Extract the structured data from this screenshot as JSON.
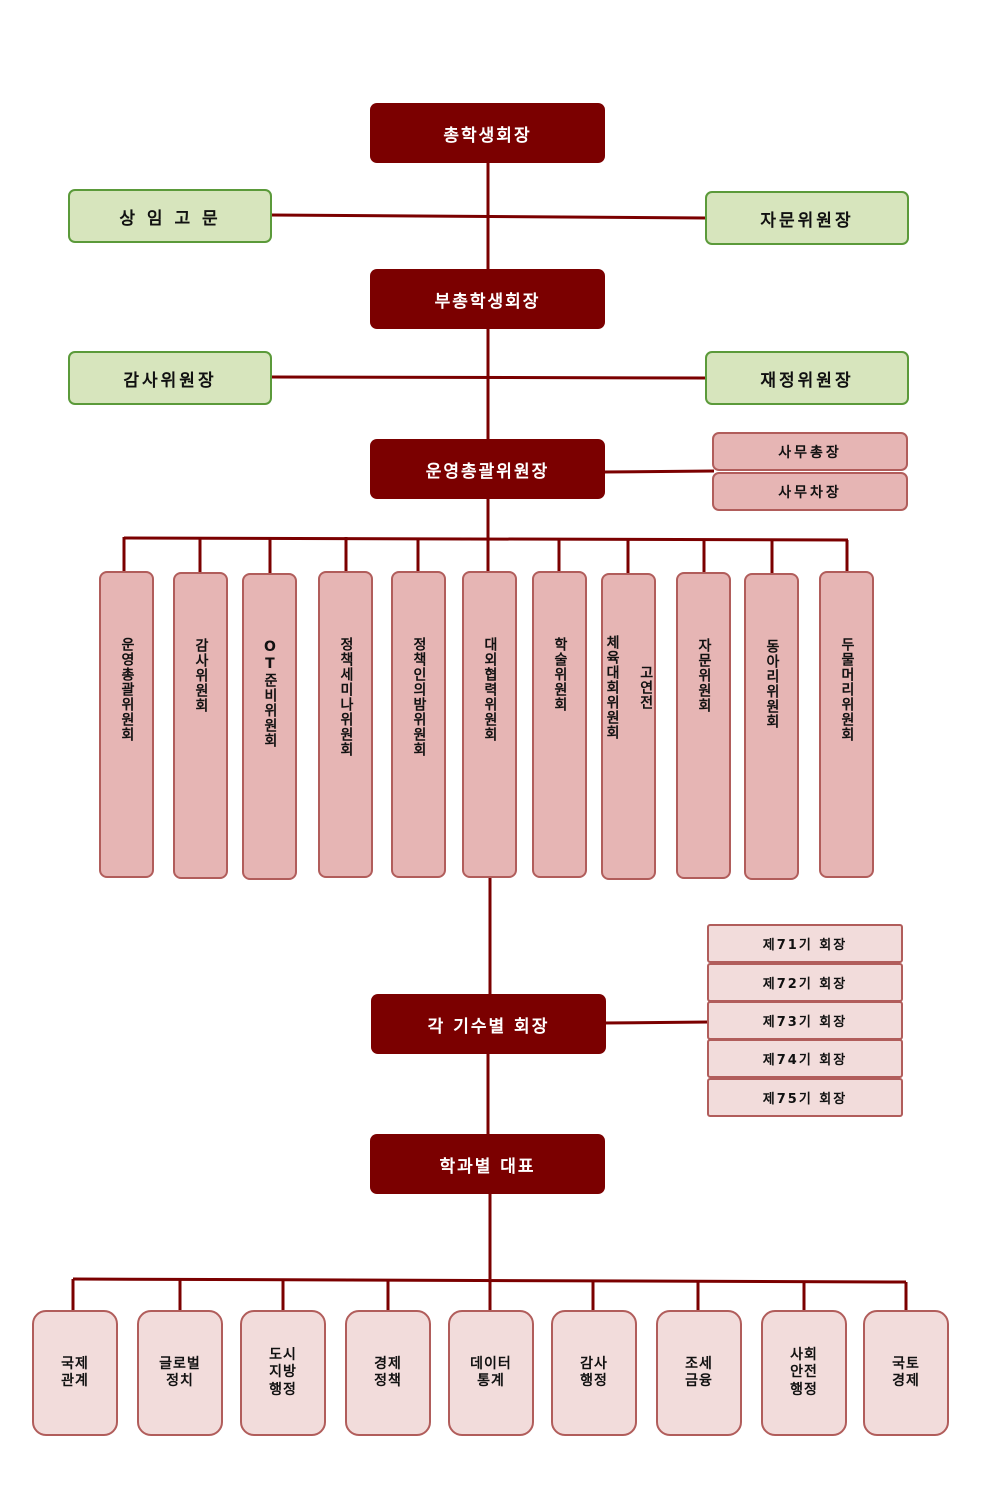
{
  "chart_data": {
    "type": "org-chart",
    "top": {
      "president": "총학생회장",
      "vice_president": "부총학생회장",
      "operations_chair": "운영총괄위원장",
      "class_presidents": "각 기수별 회장",
      "dept_reps": "학과별 대표"
    },
    "advisors": {
      "left_1": "상 임 고 문",
      "right_1": "자문위원장",
      "left_2": "감사위원장",
      "right_2": "재정위원장"
    },
    "secretaries": [
      "사무총장",
      "사무차장"
    ],
    "committees": [
      "운영총괄위원회",
      "감사위원회",
      "OT준비위원회",
      "정책세미나위원회",
      "정책인의밤위원회",
      "대외협력위원회",
      "학술위원회",
      "고연전\n\n체육대회위원회",
      "자문위원회",
      "동아리위원회",
      "두물머리위원회"
    ],
    "classes": [
      "제71기 회장",
      "제72기 회장",
      "제73기 회장",
      "제74기 회장",
      "제75기 회장"
    ],
    "departments": [
      "국제\n관계",
      "글로벌\n정치",
      "도시\n지방\n행정",
      "경제\n정책",
      "데이터\n통계",
      "감사\n행정",
      "조세\n금융",
      "사회\n안전\n행정",
      "국토\n경제"
    ]
  }
}
